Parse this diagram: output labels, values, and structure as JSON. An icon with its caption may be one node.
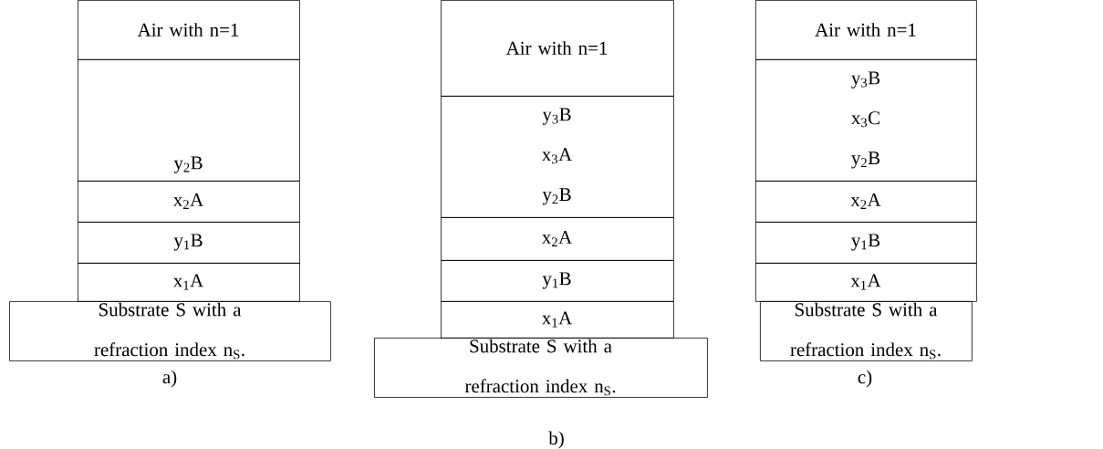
{
  "diagram": {
    "nodes": [
      {
        "text": [
          "Air with n=1"
        ]
      },
      {
        "text": [
          "y$_{2}$B"
        ]
      },
      {
        "text": [
          "x$_{2}$A"
        ]
      },
      {
        "text": [
          "y$_{1}$B"
        ]
      },
      {
        "text": [
          "x$_{1}$A"
        ]
      },
      {
        "text": [
          "Substrate S with a refraction index n$_{S}$."
        ]
      },
      {
        "text": [
          "Air with n=1"
        ]
      },
      {
        "text": [
          "y$_{3}$B",
          "x$_{3}$A",
          "y$_{2}$B"
        ]
      },
      {
        "text": [
          "x$_{2}$A"
        ]
      },
      {
        "text": [
          "y$_{1}$B"
        ]
      },
      {
        "text": [
          "x$_{1}$A"
        ]
      },
      {
        "text": [
          "Substrate S with a refraction index n$_{S}$."
        ]
      },
      {
        "text": [
          "Air with n=1"
        ]
      },
      {
        "text": [
          "y$_{3}$B",
          "x$_{3}$C",
          "y$_{2}$B"
        ]
      },
      {
        "text": [
          "x$_{2}$A"
        ]
      },
      {
        "text": [
          "y$_{1}$B"
        ]
      },
      {
        "text": [
          "x$_{1}$A"
        ]
      },
      {
        "text": [
          "Substrate S with a refraction index n$_{S}$."
        ]
      }
    ],
    "edges": [],
    "labels": [
      "a)",
      "b)",
      "c)"
    ]
  }
}
